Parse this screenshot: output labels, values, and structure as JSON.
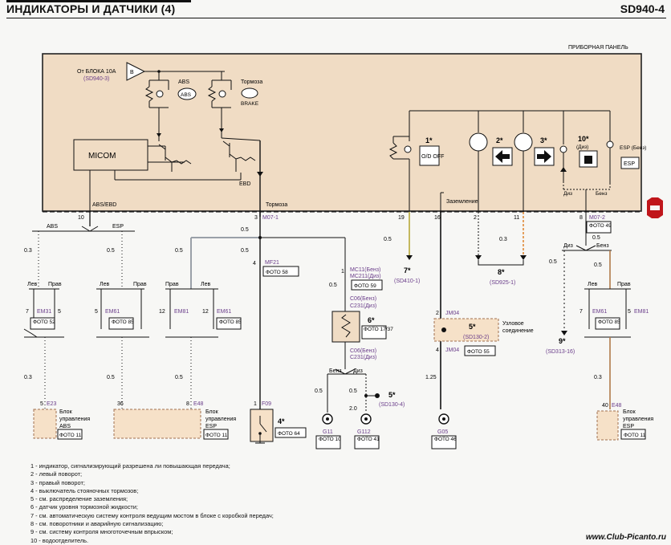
{
  "header": {
    "title": "ИНДИКАТОРЫ И ДАТЧИКИ (4)",
    "code": "SD940-4"
  },
  "panel": {
    "title": "ПРИБОРНАЯ ПАНЕЛЬ",
    "from_block_line1": "От БЛОКА 10А",
    "from_block_line2": "(SD940-3)",
    "from_block_pin": "B",
    "abs_label": "ABS",
    "abs_symbol": "ABS",
    "brake_label": "Тормоза",
    "brake_symbol": "BRAKE",
    "micom": "MICOM",
    "ebd": "EBD",
    "abs_ebd": "ABS/EBD",
    "tormoza_line": "Тормоза",
    "ground_label": "Заземление",
    "ind1": "1*",
    "ind1_text": "O/D OFF",
    "ind2": "2*",
    "ind3": "3*",
    "ind10": "10*",
    "ind10_sub": "(Диз)",
    "esp_label": "ESP (Бенз)",
    "esp_symbol": "ESP",
    "diz": "Диз",
    "benz": "Бенз"
  },
  "connectors": {
    "pin10": "10",
    "pin3": "3",
    "m07_1": "M07-1",
    "pin19": "19",
    "pin16": "16",
    "pin2": "2",
    "pin11": "11",
    "pin8": "8",
    "m07_2": "M07-2",
    "foto49": "ФОТО 49"
  },
  "left": {
    "abs": "ABS",
    "esp": "ESP",
    "lev": "Лев",
    "prav": "Прав",
    "w03": "0.3",
    "w05": "0.5",
    "em31": "EM31",
    "em61": "EM61",
    "em81": "EM81",
    "pin7": "7",
    "pin5": "5",
    "pin12": "12",
    "foto52": "ФОТО 52",
    "foto85": "ФОТО 85",
    "e23": "E23",
    "pin5b": "5",
    "pin36": "36",
    "pin8": "8",
    "e48": "E48",
    "abs_unit_1": "Блок",
    "abs_unit_2": "управления",
    "abs_unit_3": "ABS",
    "esp_unit_3": "ESP",
    "foto11": "ФОТО 11"
  },
  "middle": {
    "w05": "0.5",
    "pin4": "4",
    "mf21": "MF21",
    "foto58": "ФОТО 58",
    "pin1": "1",
    "f09": "F09",
    "item4": "4*",
    "foto64": "ФОТО 64",
    "mc11": "MC11(Бенз)",
    "mc211": "MC211(Диз)",
    "foto59": "ФОТО 59",
    "c06b": "C06(Бенз)",
    "c231d": "C231(Диз)",
    "item6": "6*",
    "foto1737": "ФОТО 17/37",
    "benz": "Бенз",
    "diz": "Диз",
    "w20": "2.0",
    "item5": "5*",
    "sd1304": "(SD130-4)",
    "g11": "G11",
    "foto10": "ФОТО 10",
    "g112": "G112",
    "foto41": "ФОТО 41",
    "pin1b": "1",
    "pin2b": "2"
  },
  "right": {
    "item7": "7*",
    "sd4101": "(SD410-1)",
    "w03": "0.3",
    "w05": "0.5",
    "w125": "1.25",
    "jm04": "JM04",
    "pin2": "2",
    "pin4": "4",
    "item5": "5*",
    "sd1302": "(SD130-2)",
    "node1": "Узловое",
    "node2": "соединение",
    "foto55": "ФОТО 55",
    "g05": "G05",
    "foto46": "ФОТО 46",
    "item8": "8*",
    "sd9251": "(SD925-1)",
    "item9": "9*",
    "sd31316": "(SD313-16)",
    "diz": "Диз",
    "benz": "Бенз",
    "lev": "Лев",
    "prav": "Прав",
    "em61": "EM61",
    "em81": "EM81",
    "foto85": "ФОТО 85",
    "pin7": "7",
    "pin5": "5",
    "pin40": "40",
    "e48": "E48",
    "unit1": "Блок",
    "unit2": "управления",
    "unit3": "ESP",
    "foto11": "ФОТО 11"
  },
  "legend": [
    "1 - индикатор, сигнализирующий разрешена ли повышающая передача;",
    "2 - левый поворот;",
    "3 - правый поворот;",
    "4 - выключатель стояночных тормозов;",
    "5 - см. распределение заземления;",
    "6 - датчик уровня тормозной жидкости;",
    "7 - см. автоматическую систему контроля ведущим мостом в блоке с коробкой передач;",
    "8 - см. поворотники и аварийную сигнализацию;",
    "9 - см. систему контроля многоточечным впрыском;",
    "10 - водоотделитель."
  ],
  "site": "www.Club-Picanto.ru",
  "colors": {
    "panel_fill": "#f0dcc4",
    "box_fill": "#f6e1c8",
    "wire_yellow": "#b8a838",
    "wire_orange": "#e08a3a",
    "wire_brown": "#b07a4a",
    "wire_gray": "#9aa0a8",
    "label_purple": "#6a3d8a",
    "stop_red": "#c0161b"
  }
}
